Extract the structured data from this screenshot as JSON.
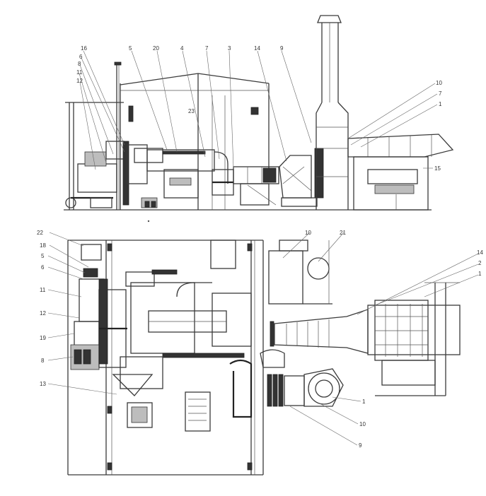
{
  "top_view_labels": [
    {
      "id": "t16",
      "text": "16"
    },
    {
      "id": "t6",
      "text": "6"
    },
    {
      "id": "t8",
      "text": "8"
    },
    {
      "id": "t11",
      "text": "11"
    },
    {
      "id": "t12",
      "text": "12"
    },
    {
      "id": "t5",
      "text": "5"
    },
    {
      "id": "t20",
      "text": "20"
    },
    {
      "id": "t4",
      "text": "4"
    },
    {
      "id": "t7",
      "text": "7"
    },
    {
      "id": "t3",
      "text": "3"
    },
    {
      "id": "t14",
      "text": "14"
    },
    {
      "id": "t9",
      "text": "9"
    },
    {
      "id": "t10",
      "text": "10"
    },
    {
      "id": "t7b",
      "text": "7"
    },
    {
      "id": "t1",
      "text": "1"
    },
    {
      "id": "t15",
      "text": "15"
    },
    {
      "id": "t23",
      "text": "23"
    }
  ],
  "bottom_view_labels": [
    {
      "id": "b22",
      "text": "22"
    },
    {
      "id": "b18",
      "text": "18"
    },
    {
      "id": "b5",
      "text": "5"
    },
    {
      "id": "b6",
      "text": "6"
    },
    {
      "id": "b11",
      "text": "11"
    },
    {
      "id": "b12",
      "text": "12"
    },
    {
      "id": "b19",
      "text": "19"
    },
    {
      "id": "b8",
      "text": "8"
    },
    {
      "id": "b13",
      "text": "13"
    },
    {
      "id": "b10",
      "text": "10"
    },
    {
      "id": "b21",
      "text": "21"
    },
    {
      "id": "b14",
      "text": "14"
    },
    {
      "id": "b2",
      "text": "2"
    },
    {
      "id": "b1",
      "text": "1"
    },
    {
      "id": "b1b",
      "text": "1"
    },
    {
      "id": "b10b",
      "text": "10"
    },
    {
      "id": "b9",
      "text": "9"
    }
  ]
}
